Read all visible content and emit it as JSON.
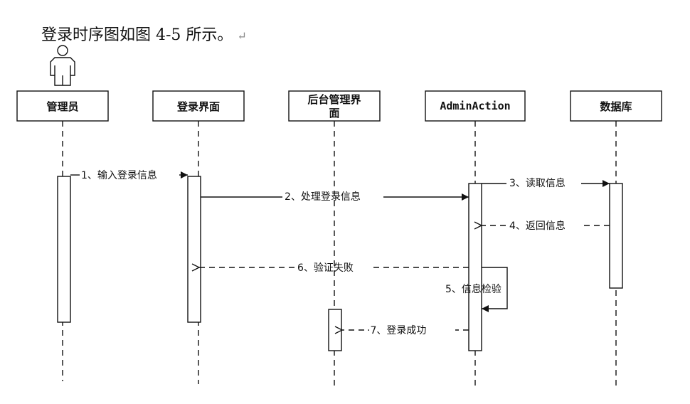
{
  "caption": {
    "text": "登录时序图如图 4-5 所示。",
    "paragraph_mark": "↵"
  },
  "participants": {
    "admin": "管理员",
    "login_ui": "登录界面",
    "backend_ui_line1": "后台管理界",
    "backend_ui_line2": "面",
    "admin_action": "AdminAction",
    "database": "数据库"
  },
  "messages": {
    "m1": "1、输入登录信息",
    "m2": "2、处理登录信息",
    "m3": "3、读取信息",
    "m4": "4、返回信息",
    "m5": "5、信息检验",
    "m6": "6、验证失败",
    "m7": "·7、登录成功"
  },
  "colors": {
    "line": "#111111",
    "background": "#ffffff"
  }
}
